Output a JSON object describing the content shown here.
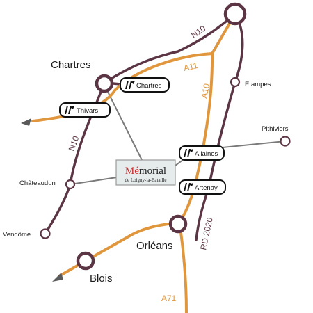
{
  "colors": {
    "motorway": "#e0963c",
    "national": "#5b3544",
    "minor": "#7a7a7a",
    "node_fill": "#ffffff",
    "memorial_fill": "#e6ebec",
    "memorial_accent": "#cc2b2b"
  },
  "cities": {
    "chartres": "Chartres",
    "orleans": "Orléans",
    "blois": "Blois",
    "etampes": "Étampes",
    "pithiviers": "Pithiviers",
    "chateaudun": "Châteaudun",
    "vendome": "Vendôme"
  },
  "roads": {
    "n10_top": "N10",
    "n10_left": "N10",
    "a11": "A11",
    "a10": "A10",
    "a71": "A71",
    "rd2020": "RD 2020"
  },
  "exits": {
    "chartres": "Chartres",
    "thivars": "Thivars",
    "allaines": "Allaines",
    "artenay": "Artenay",
    "icon": "motorway-exit-icon"
  },
  "memorial": {
    "title_accent": "Mé",
    "title_rest": "morial",
    "subtitle": "de Loigny-la-Bataille"
  }
}
